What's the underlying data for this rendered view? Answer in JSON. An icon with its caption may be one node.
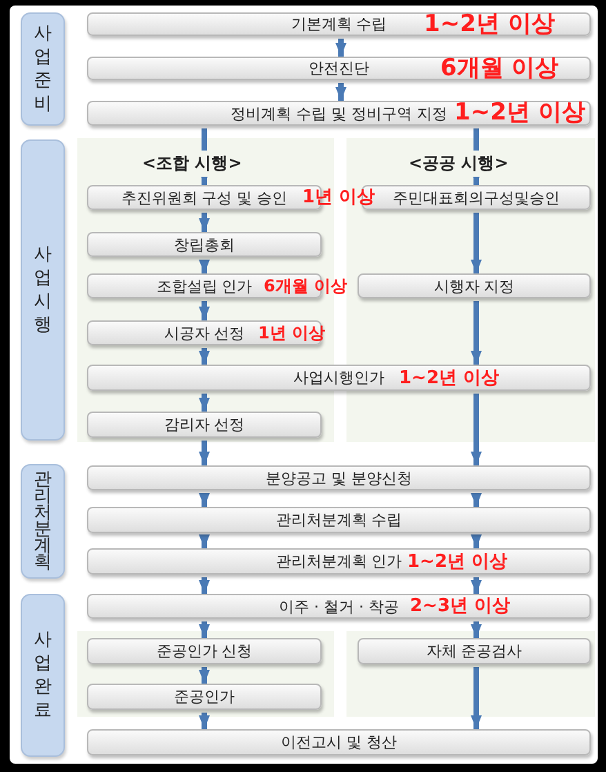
{
  "diagram": {
    "nodes": [
      {
        "text": [
          "사업준비"
        ]
      },
      {
        "text": [
          "기본계획 수립",
          "1~2년 이상"
        ]
      },
      {
        "text": [
          "안전진단",
          "6개월 이상"
        ]
      },
      {
        "text": [
          "정비계획 수립 및 정비구역 지정",
          "1~2년 이상"
        ]
      },
      {
        "text": [
          "사업시행"
        ]
      },
      {
        "text": [
          "추진위원회 구성 및 승인",
          "1년 이상"
        ]
      },
      {
        "text": [
          "주민대표회의구성및승인"
        ]
      },
      {
        "text": [
          "창립총회"
        ]
      },
      {
        "text": [
          "조합설립 인가",
          "6개월 이상"
        ]
      },
      {
        "text": [
          "시행자 지정"
        ]
      },
      {
        "text": [
          "시공자 선정",
          "1년 이상"
        ]
      },
      {
        "text": [
          "사업시행인가",
          "1~2년 이상"
        ]
      },
      {
        "text": [
          "감리자 선정"
        ]
      },
      {
        "text": [
          "관리처분계획"
        ]
      },
      {
        "text": [
          "분양공고 및 분양신청"
        ]
      },
      {
        "text": [
          "관리처분계획 수립"
        ]
      },
      {
        "text": [
          "관리처분계획 인가",
          "1~2년 이상"
        ]
      },
      {
        "text": [
          "사업완료"
        ]
      },
      {
        "text": [
          "이주 · 철거 · 착공",
          "2~3년 이상"
        ]
      },
      {
        "text": [
          "준공인가 신청"
        ]
      },
      {
        "text": [
          "자체 준공검사"
        ]
      },
      {
        "text": [
          "준공인가"
        ]
      },
      {
        "text": [
          "이전고시 및 청산"
        ]
      }
    ],
    "edges": [
      {
        "from": 1,
        "to": 2,
        "arrow": "to"
      },
      {
        "from": 2,
        "to": 3,
        "arrow": "to"
      },
      {
        "from": 3,
        "to": 5,
        "arrow": "to"
      },
      {
        "from": 3,
        "to": 6,
        "arrow": "to"
      },
      {
        "from": 5,
        "to": 7,
        "arrow": "to"
      },
      {
        "from": 7,
        "to": 8,
        "arrow": "to"
      },
      {
        "from": 8,
        "to": 10,
        "arrow": "to"
      },
      {
        "from": 10,
        "to": 11,
        "arrow": "to"
      },
      {
        "from": 6,
        "to": 9,
        "arrow": "to"
      },
      {
        "from": 9,
        "to": 11,
        "arrow": "to"
      },
      {
        "from": 11,
        "to": 12,
        "arrow": "to"
      },
      {
        "from": 12,
        "to": 14,
        "arrow": "to"
      },
      {
        "from": 11,
        "to": 14,
        "arrow": "to"
      },
      {
        "from": 14,
        "to": 15,
        "arrow": "to"
      },
      {
        "from": 14,
        "to": 15,
        "arrow": "to"
      },
      {
        "from": 15,
        "to": 16,
        "arrow": "to"
      },
      {
        "from": 15,
        "to": 16,
        "arrow": "to"
      },
      {
        "from": 16,
        "to": 18,
        "arrow": "to"
      },
      {
        "from": 16,
        "to": 18,
        "arrow": "to"
      },
      {
        "from": 18,
        "to": 19,
        "arrow": "to"
      },
      {
        "from": 18,
        "to": 20,
        "arrow": "to"
      },
      {
        "from": 19,
        "to": 21,
        "arrow": "to"
      },
      {
        "from": 21,
        "to": 22,
        "arrow": "to"
      },
      {
        "from": 20,
        "to": 22,
        "arrow": "to"
      }
    ],
    "labels": [
      "<조합 시행>",
      "<공공 시행>"
    ]
  }
}
